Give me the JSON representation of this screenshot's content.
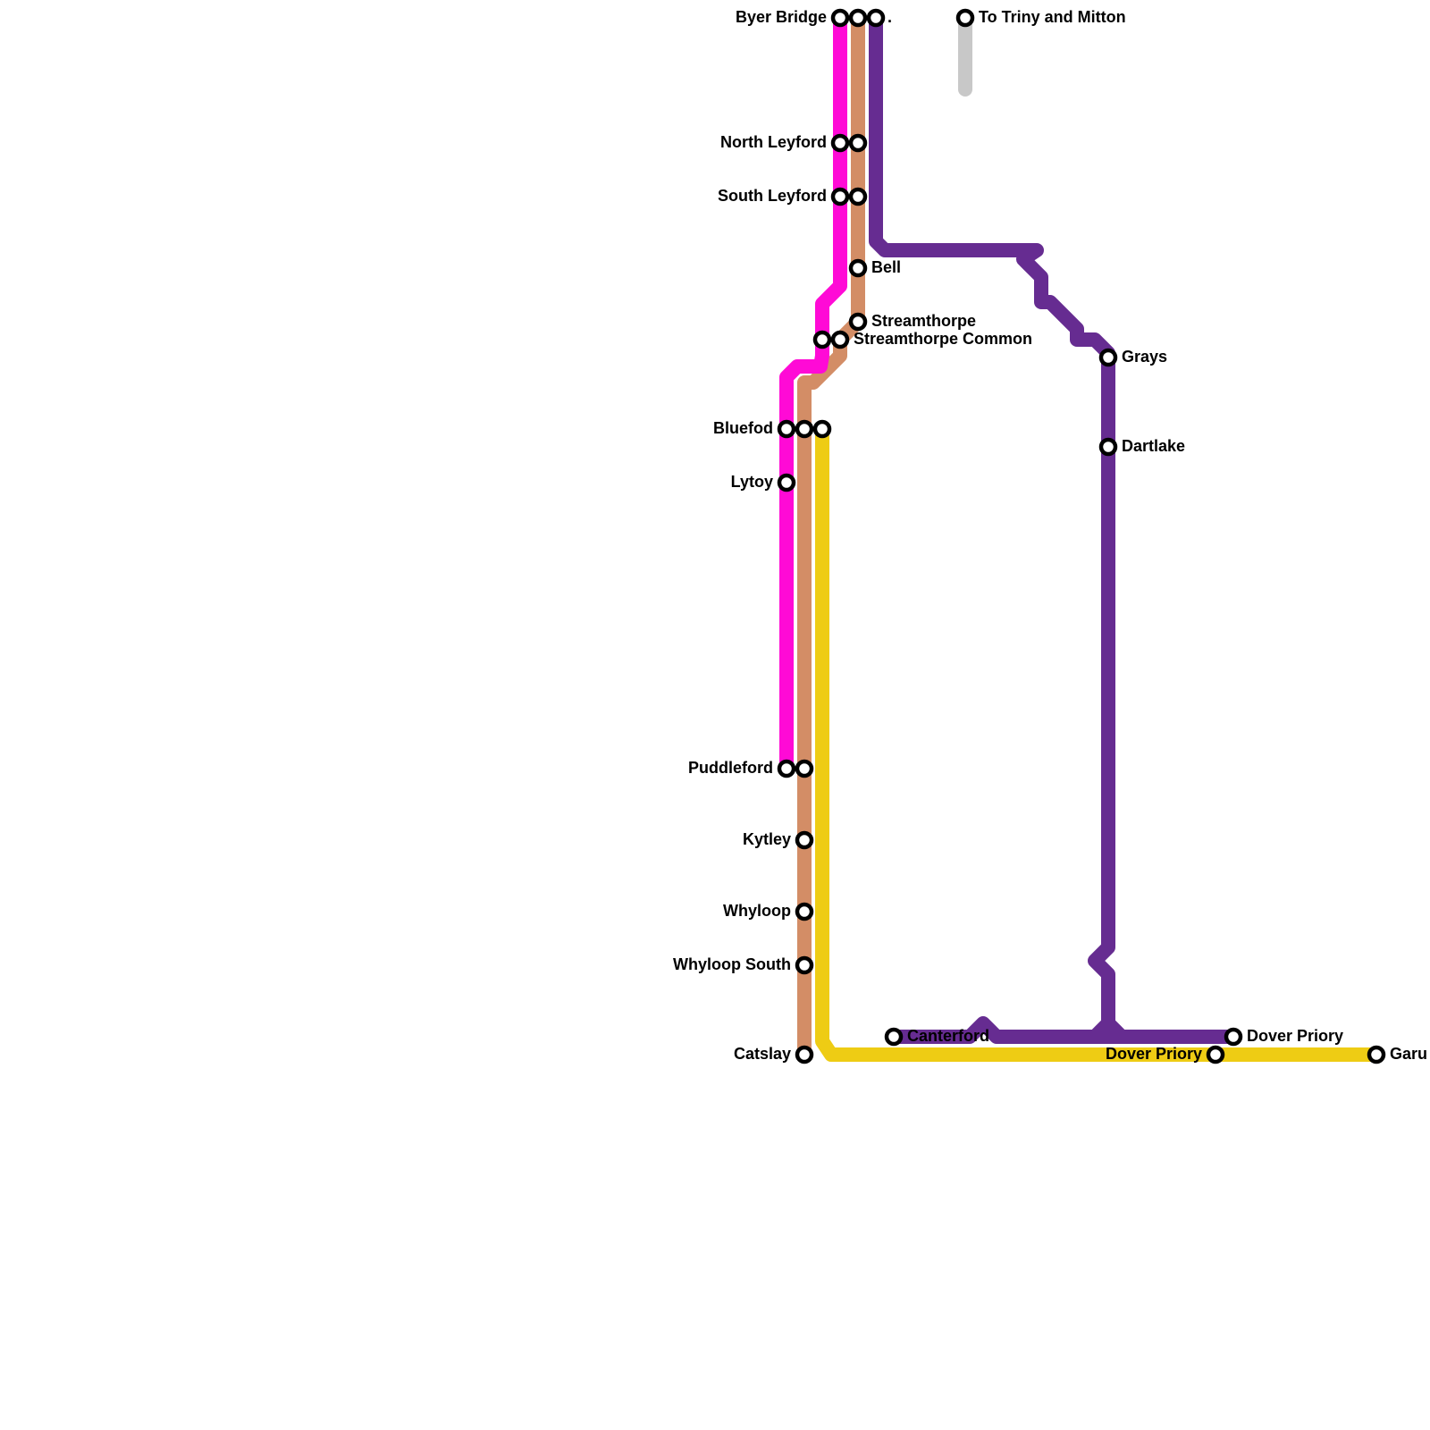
{
  "colors": {
    "magenta_line": "#ff0ad6",
    "copper_line": "#d38d66",
    "purple_line": "#662c91",
    "yellow_line": "#eecc14",
    "grey_line": "#c8c8c8",
    "station_fill": "#ffffff",
    "station_stroke": "#000000"
  },
  "stations": {
    "byer_bridge": "Byer Bridge",
    "byer_bridge_purple": ".",
    "to_triny_and_mitton": "To Triny and Mitton",
    "north_leyford": "North Leyford",
    "south_leyford": "South Leyford",
    "bell": "Bell",
    "streamthorpe": "Streamthorpe",
    "streamthorpe_common": "Streamthorpe Common",
    "grays": "Grays",
    "bluefod": "Bluefod",
    "dartlake": "Dartlake",
    "lytoy": "Lytoy",
    "puddleford": "Puddleford",
    "kytley": "Kytley",
    "whyloop": "Whyloop",
    "whyloop_south": "Whyloop South",
    "canterford": "Canterford",
    "dover_priory_purple": "Dover Priory",
    "dover_priory_yellow": "Dover Priory",
    "catslay": "Catslay",
    "garu": "Garu"
  }
}
